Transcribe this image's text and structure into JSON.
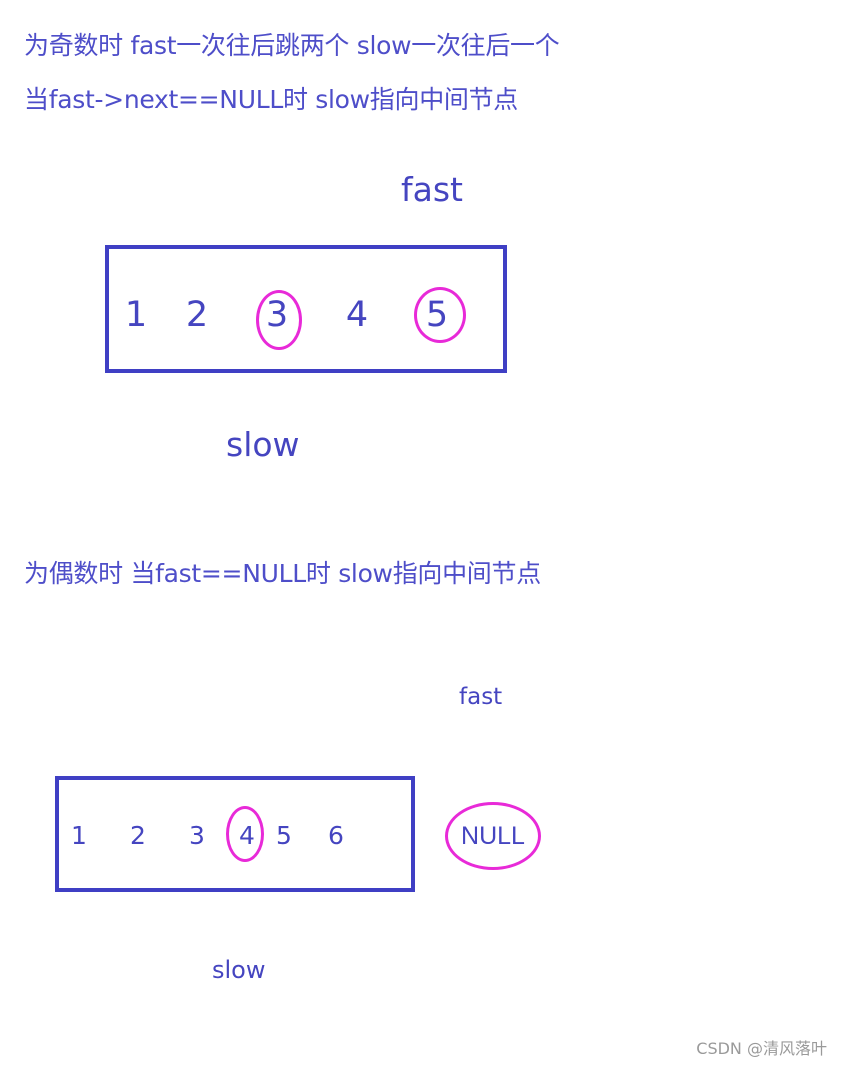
{
  "text_lines": {
    "odd_case": "为奇数时 fast一次往后跳两个 slow一次往后一个",
    "odd_condition": "当fast->next==NULL时 slow指向中间节点",
    "even_case": "为偶数时  当fast==NULL时 slow指向中间节点"
  },
  "odd_diagram": {
    "fast_label": "fast",
    "slow_label": "slow",
    "nodes": [
      "1",
      "2",
      "3",
      "4",
      "5"
    ],
    "highlighted": [
      "3",
      "5"
    ]
  },
  "even_diagram": {
    "fast_label": "fast",
    "slow_label": "slow",
    "nodes": [
      "1",
      "2",
      "3",
      "4",
      "5",
      "6"
    ],
    "highlighted": [
      "4"
    ],
    "null_label": "NULL"
  },
  "watermark": "CSDN @清风落叶",
  "colors": {
    "text": "#4e4ec9",
    "box_border": "#3f3fc4",
    "highlight_circle": "#e82ad8"
  }
}
